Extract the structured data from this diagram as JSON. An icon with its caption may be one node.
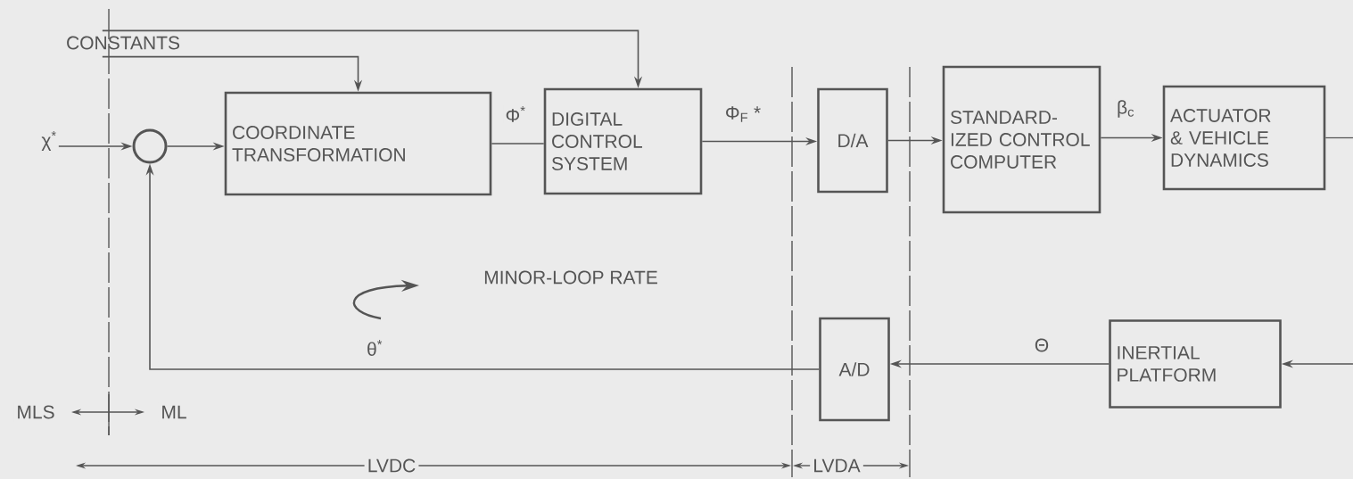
{
  "diagram": {
    "nodes": [
      {
        "text": [
          "CONSTANTS"
        ]
      },
      {
        "text": [
          "χ$^{*}$"
        ]
      },
      {
        "text": [],
        "shape": "circle"
      },
      {
        "text": [
          "COORDINATE TRANSFORMATION"
        ]
      },
      {
        "text": [
          "DIGITAL CONTROL SYSTEM"
        ]
      },
      {
        "text": [
          "D/A"
        ]
      },
      {
        "text": [
          "STANDARD-IZED CONTROL COMPUTER"
        ]
      },
      {
        "text": [
          "ACTUATOR & VEHICLE DYNAMICS"
        ]
      },
      {
        "text": [
          "INERTIAL PLATFORM"
        ]
      },
      {
        "text": [
          "A/D"
        ]
      }
    ],
    "edges": [
      {
        "from": 0,
        "to": 4,
        "arrow": "to"
      },
      {
        "from": 0,
        "to": 3,
        "arrow": "to"
      },
      {
        "from": 1,
        "to": 2,
        "arrow": "to"
      },
      {
        "from": 2,
        "to": 3,
        "arrow": "to"
      },
      {
        "from": 3,
        "to": 4,
        "arrow": "none",
        "label": "Φ$^{*}$"
      },
      {
        "from": 4,
        "to": 5,
        "arrow": "to",
        "label": "Φ$_{F}$ *"
      },
      {
        "from": 5,
        "to": 6,
        "arrow": "to"
      },
      {
        "from": 6,
        "to": 7,
        "arrow": "to",
        "label": "β$_{c}$"
      },
      {
        "from": 7,
        "to": null,
        "arrow": "none"
      },
      {
        "from": null,
        "to": 8,
        "arrow": "to"
      },
      {
        "from": 8,
        "to": 9,
        "arrow": "to",
        "label": "Θ"
      },
      {
        "from": 9,
        "to": 2,
        "arrow": "to",
        "label": "θ$^{*}$"
      }
    ],
    "labels": [
      "MINOR-LOOP RATE",
      "MLS",
      "ML",
      "LVDC",
      "LVDA"
    ]
  }
}
